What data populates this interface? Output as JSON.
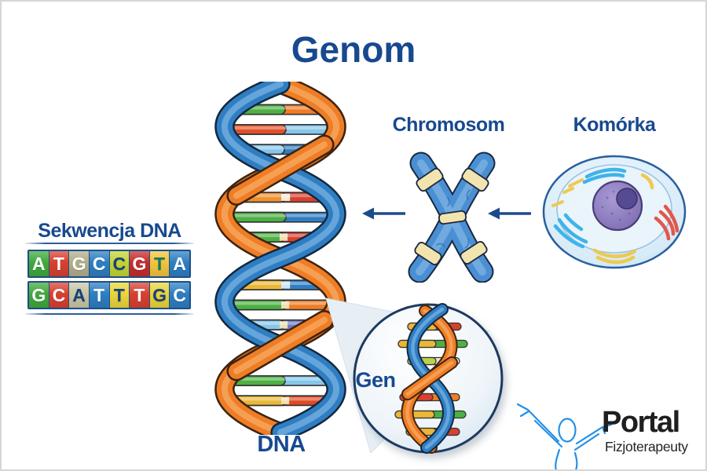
{
  "title": "Genom",
  "labels": {
    "sequence": "Sekwencja DNA",
    "chromosome": "Chromosom",
    "cell": "Komórka",
    "gene": "Gen",
    "dna": "DNA"
  },
  "sequence_rows": [
    {
      "cells": [
        {
          "ch": "A",
          "bg": "#3fa93c",
          "fg": "#ffffff"
        },
        {
          "ch": "T",
          "bg": "#d8402f",
          "fg": "#ffffff"
        },
        {
          "ch": "G",
          "bg": "#b1ae8b",
          "fg": "#ffffff"
        },
        {
          "ch": "C",
          "bg": "#2d7ec2",
          "fg": "#ffffff"
        },
        {
          "ch": "C",
          "bg": "#c3d435",
          "fg": "#173f7d"
        },
        {
          "ch": "G",
          "bg": "#c62d2b",
          "fg": "#ffffff"
        },
        {
          "ch": "T",
          "bg": "#f2c43c",
          "fg": "#117a5e"
        },
        {
          "ch": "A",
          "bg": "#2d7ec2",
          "fg": "#ffffff"
        }
      ]
    },
    {
      "cells": [
        {
          "ch": "G",
          "bg": "#3fa93c",
          "fg": "#ffffff"
        },
        {
          "ch": "C",
          "bg": "#d8402f",
          "fg": "#ffffff"
        },
        {
          "ch": "A",
          "bg": "#c9c6a4",
          "fg": "#173f7d"
        },
        {
          "ch": "T",
          "bg": "#2d7ec2",
          "fg": "#ffffff"
        },
        {
          "ch": "T",
          "bg": "#e9d43a",
          "fg": "#173f7d"
        },
        {
          "ch": "T",
          "bg": "#d8402f",
          "fg": "#ffffff"
        },
        {
          "ch": "G",
          "bg": "#e9d43a",
          "fg": "#173f7d"
        },
        {
          "ch": "C",
          "bg": "#2d7ec2",
          "fg": "#ffffff"
        }
      ]
    }
  ],
  "logo": {
    "title": "Portal",
    "subtitle": "Fizjoterapeuty"
  },
  "colors": {
    "label_text": "#17498f",
    "arrow": "#1d4a8c",
    "helix_blue": "#2f7ec4",
    "helix_orange": "#ef7d26",
    "chromosome_blue": "#4a8fd4",
    "chromosome_band": "#f2e4ae",
    "cell_membrane": "#d7ebf8",
    "nucleus_purple": "#8377bd",
    "logo_figure_blue": "#2590e8",
    "logo_text": "#1f1f1f"
  },
  "icons": {
    "left_arrow": "←"
  }
}
